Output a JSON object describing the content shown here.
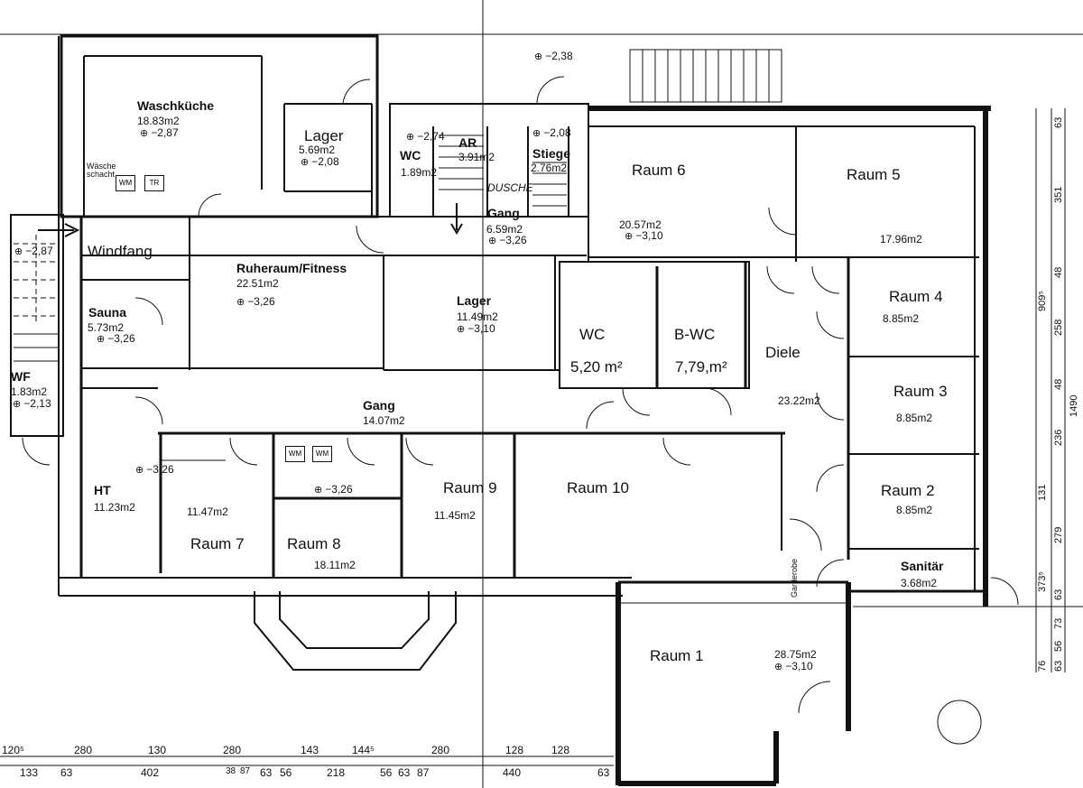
{
  "rooms": {
    "waschkueche": {
      "name": "Waschküche",
      "area": "18.83m2",
      "level": "−2,87"
    },
    "waesche": {
      "line1": "Wäsche",
      "line2": "schacht"
    },
    "appl_wm": "WM",
    "appl_tr": "TR",
    "lager_top": {
      "name": "Lager",
      "area": "5.69m2",
      "level": "−2,08"
    },
    "wc_top": {
      "name": "WC",
      "area": "1.89m2",
      "level": "−2,74"
    },
    "ar": {
      "name": "AR",
      "area": "3.91m2"
    },
    "stiege": {
      "name": "Stiege",
      "area": "2.76m2",
      "level": "−2,08"
    },
    "dusche": "DUSCHE",
    "top_level": "−2,38",
    "raum6": {
      "name": "Raum 6",
      "area": "20.57m2",
      "level": "−3,10"
    },
    "raum5": {
      "name": "Raum 5",
      "area": "17.96m2"
    },
    "gang_top": {
      "name": "Gang",
      "area": "6.59m2",
      "level": "−3,26"
    },
    "windfang": {
      "name": "Windfang",
      "level": "−2,87"
    },
    "ruheraum": {
      "name": "Ruheraum/Fitness",
      "area": "22.51m2",
      "level": "−3,26"
    },
    "sauna": {
      "name": "Sauna",
      "area": "5.73m2",
      "level": "−3,26"
    },
    "wf": {
      "name": "WF",
      "area": "1.83m2",
      "level": "−2,13"
    },
    "lager_mid": {
      "name": "Lager",
      "area": "11.49m2",
      "level": "−3,10"
    },
    "wc_mid": {
      "name": "WC",
      "area": "5,20 m²"
    },
    "bwc": {
      "name": "B-WC",
      "area": "7,79,m²"
    },
    "diele": {
      "name": "Diele",
      "area": "23.22m2"
    },
    "raum4": {
      "name": "Raum 4",
      "area": "8.85m2"
    },
    "raum3": {
      "name": "Raum 3",
      "area": "8.85m2"
    },
    "raum2": {
      "name": "Raum 2",
      "area": "8.85m2"
    },
    "sanitaer": {
      "name": "Sanitär",
      "area": "3.68m2"
    },
    "gang_mid": {
      "name": "Gang",
      "area": "14.07m2"
    },
    "ht": {
      "name": "HT",
      "area": "11.23m2",
      "level": "−3,26"
    },
    "raum7": {
      "name": "Raum 7",
      "area": "11.47m2"
    },
    "raum8": {
      "name": "Raum 8",
      "area": "18.11m2",
      "level": "−3,26"
    },
    "raum9": {
      "name": "Raum 9",
      "area": "11.45m2"
    },
    "raum10": {
      "name": "Raum 10"
    },
    "raum1": {
      "name": "Raum 1",
      "area": "28.75m2",
      "level": "−3,10"
    },
    "garderobe": "Garderobe"
  },
  "dimensions": {
    "bottom_row1": [
      "120⁵",
      "280",
      "130",
      "280",
      "143",
      "144⁵",
      "280",
      "128",
      "128"
    ],
    "bottom_row2": [
      "133",
      "63",
      "402",
      "38",
      "87",
      "63",
      "56",
      "218",
      "56",
      "63",
      "87",
      "440",
      "63"
    ],
    "right_col1": [
      "63",
      "351",
      "48",
      "258",
      "48",
      "236",
      "131",
      "279",
      "373⁵",
      "63",
      "73",
      "56",
      "63",
      "76"
    ],
    "right_col2": [
      "909⁵",
      "1490"
    ]
  }
}
